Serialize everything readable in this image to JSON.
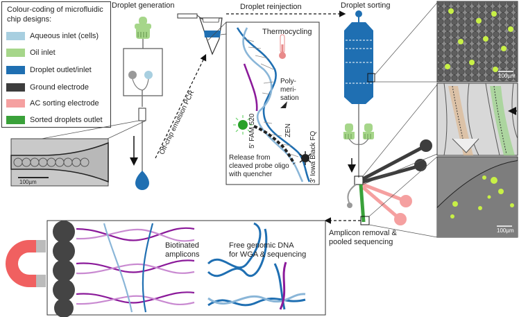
{
  "legend": {
    "title": "Colour-coding of microfluidic chip designs:",
    "items": [
      {
        "label": "Aqueous inlet (cells)",
        "color": "#a8cfe0"
      },
      {
        "label": "Oil inlet",
        "color": "#a6d68a"
      },
      {
        "label": "Droplet outlet/inlet",
        "color": "#1f6fb2"
      },
      {
        "label": "Ground electrode",
        "color": "#3d3d3d"
      },
      {
        "label": "AC sorting electrode",
        "color": "#f5a0a0"
      },
      {
        "label": "Sorted droplets outlet",
        "color": "#3aa13a"
      }
    ]
  },
  "labels": {
    "droplet_generation": "Droplet generation",
    "droplet_reinjection": "Droplet reinjection",
    "droplet_sorting": "Droplet sorting",
    "off_chip_pcr": "Off-chip emulsion PCR",
    "thermocycling": "Thermocycling",
    "polymerisation": "Poly-\nmeri-\nsation",
    "fam": "5' FAM 520",
    "zen": "ZEN",
    "iowa": "3' Iowa Black FQ",
    "release": "Release from\ncleaved probe oligo\nwith quencher",
    "amplicon_removal": "Amplicon removal &\npooled sequencing",
    "biotinated": "Biotinated\namplicons",
    "free_dna": "Free genomic DNA\nfor WGA & sequencing"
  },
  "scale_bars": {
    "channel_photo": "100µm",
    "top_right_photo": "100µm",
    "bottom_right_photo": "100µm"
  }
}
